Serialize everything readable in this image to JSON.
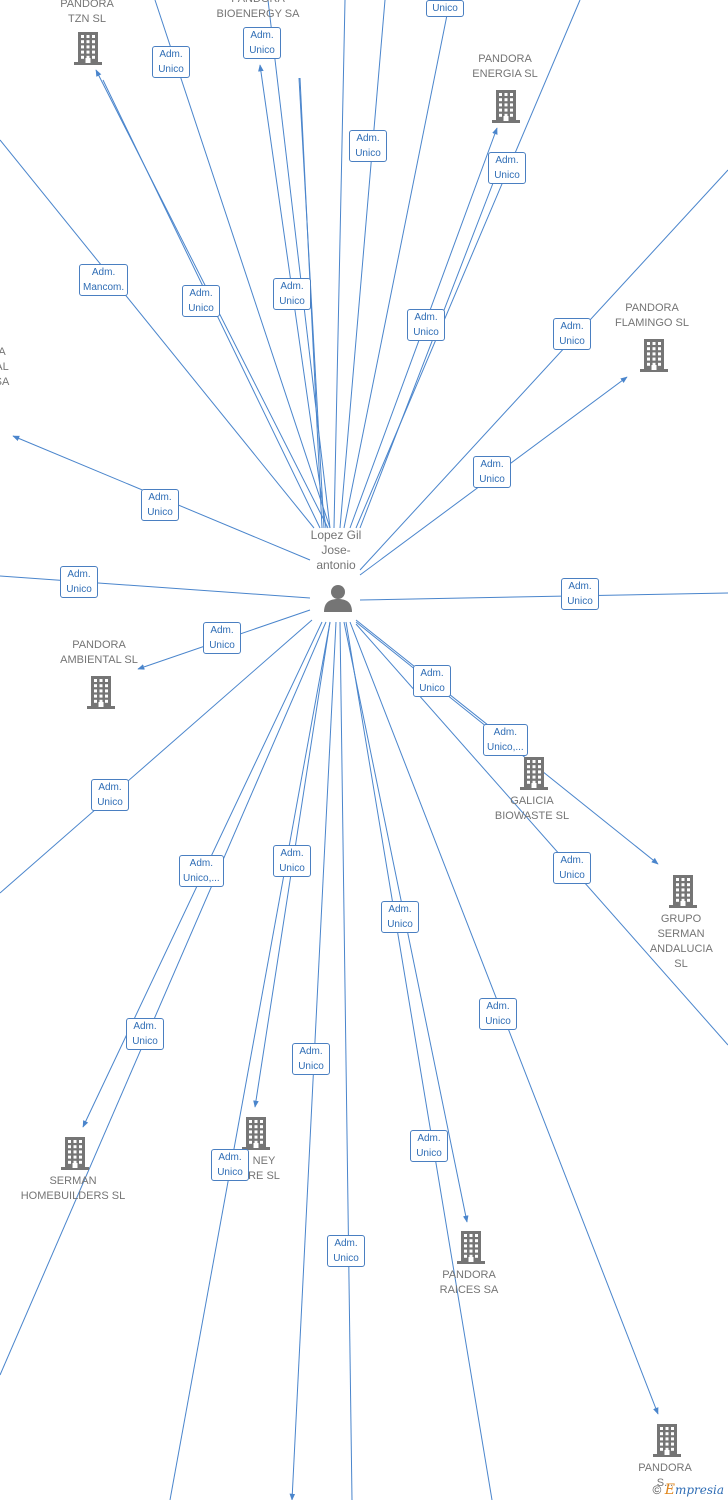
{
  "center": {
    "name": "Lopez Gil\nJose-\nantonio"
  },
  "companies": [
    {
      "id": "tzn",
      "label": "PANDORA\nTZN  SL"
    },
    {
      "id": "bioenergy",
      "label": "PANDORA\nBIOENERGY SA"
    },
    {
      "id": "energia",
      "label": "PANDORA\nENERGIA  SL"
    },
    {
      "id": "flamingo",
      "label": "PANDORA\nFLAMINGO  SL"
    },
    {
      "id": "left-sa",
      "label": "A\nAL\nSA"
    },
    {
      "id": "ambiental",
      "label": "PANDORA\nAMBIENTAL  SL"
    },
    {
      "id": "galicia",
      "label": "GALICIA\nBIOWASTE  SL"
    },
    {
      "id": "grupo",
      "label": "GRUPO\nSERMAN\nANDALUCIA SL"
    },
    {
      "id": "serman-hb",
      "label": "SERMAN\nHOMEBUILDERS SL"
    },
    {
      "id": "money",
      "label": "NEY\nRE  SL"
    },
    {
      "id": "raices",
      "label": "PANDORA\nRAICES SA"
    },
    {
      "id": "bottom-right",
      "label": "PANDORA\nS..."
    }
  ],
  "roles": [
    {
      "id": "r-tzn",
      "text": "Adm.\nUnico"
    },
    {
      "id": "r-bio",
      "text": "Adm.\nUnico"
    },
    {
      "id": "r-top",
      "text": "Unico"
    },
    {
      "id": "r-mid1",
      "text": "Adm.\nUnico"
    },
    {
      "id": "r-ene",
      "text": "Adm.\nUnico"
    },
    {
      "id": "r-mancom",
      "text": "Adm.\nMancom."
    },
    {
      "id": "r-tzn2",
      "text": "Adm.\nUnico"
    },
    {
      "id": "r-bio2",
      "text": "Adm.\nUnico"
    },
    {
      "id": "r-ene2",
      "text": "Adm.\nUnico"
    },
    {
      "id": "r-fla1",
      "text": "Adm.\nUnico"
    },
    {
      "id": "r-fla2",
      "text": "Adm.\nUnico"
    },
    {
      "id": "r-left",
      "text": "Adm.\nUnico"
    },
    {
      "id": "r-leftline",
      "text": "Adm.\nUnico"
    },
    {
      "id": "r-right",
      "text": "Adm.\nUnico"
    },
    {
      "id": "r-amb",
      "text": "Adm.\nUnico"
    },
    {
      "id": "r-gal1",
      "text": "Adm.\nUnico"
    },
    {
      "id": "r-gal2",
      "text": "Adm.\nUnico,..."
    },
    {
      "id": "r-lowleft",
      "text": "Adm.\nUnico"
    },
    {
      "id": "r-grupo",
      "text": "Adm.\nUnico"
    },
    {
      "id": "r-unicodots",
      "text": "Adm.\nUnico,..."
    },
    {
      "id": "r-money1",
      "text": "Adm.\nUnico"
    },
    {
      "id": "r-rai1",
      "text": "Adm.\nUnico"
    },
    {
      "id": "r-br",
      "text": "Adm.\nUnico"
    },
    {
      "id": "r-shb",
      "text": "Adm.\nUnico"
    },
    {
      "id": "r-mid2",
      "text": "Adm.\nUnico"
    },
    {
      "id": "r-money2",
      "text": "Adm.\nUnico"
    },
    {
      "id": "r-rai2",
      "text": "Adm.\nUnico"
    },
    {
      "id": "r-bottom",
      "text": "Adm.\nUnico"
    }
  ],
  "footer": {
    "copyright": "©",
    "brand_initial": "E",
    "brand_rest": "mpresia"
  },
  "colors": {
    "edge": "#4a85cc",
    "role_text": "#2f6db5",
    "label": "#757575",
    "icon": "#757575"
  }
}
